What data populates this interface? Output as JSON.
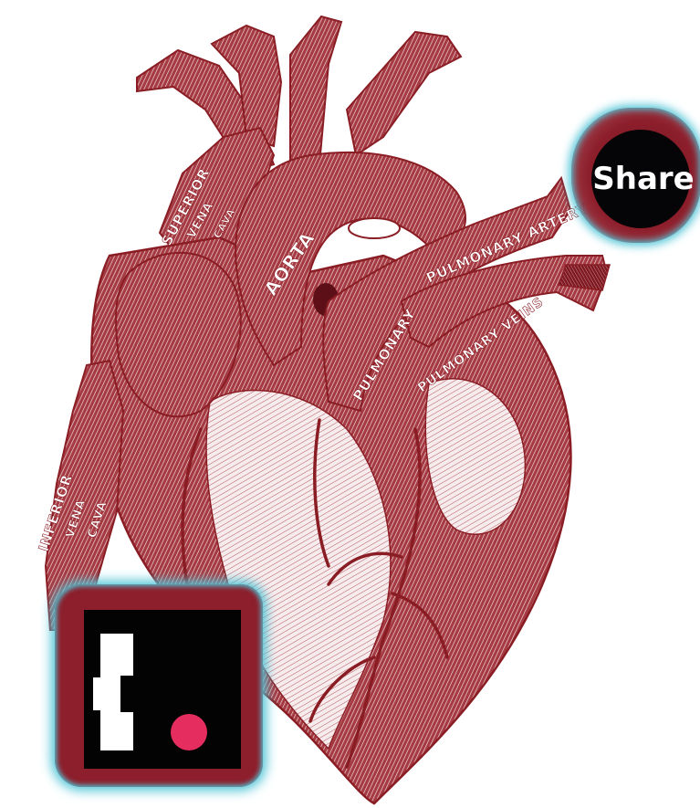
{
  "illustration": {
    "subject": "heart-engraving-icon",
    "ink_color": "#8a1d24",
    "labels": {
      "superior_vena_cava": [
        "SUPERIOR",
        "VENA",
        "CAVA"
      ],
      "aorta": "AORTA",
      "pulmonary_artery": "PULMONARY ARTERY",
      "pulmonary_veins": "PULMONARY VEINS",
      "pulmonary": "PULMONARY",
      "inferior_vena_cava": [
        "INFERIOR",
        "VENA",
        "CAVA"
      ]
    }
  },
  "share_button": {
    "label": "Share",
    "icon": "share-icon",
    "colors": {
      "fill": "#050507",
      "text": "#ffffff",
      "glow": "#4fc4d6",
      "halo": "#8d1e2b"
    }
  },
  "logo": {
    "icon": "brand-logo-icon",
    "colors": {
      "background": "#030303",
      "bars": "#ffffff",
      "dot": "#e52d5f"
    }
  }
}
